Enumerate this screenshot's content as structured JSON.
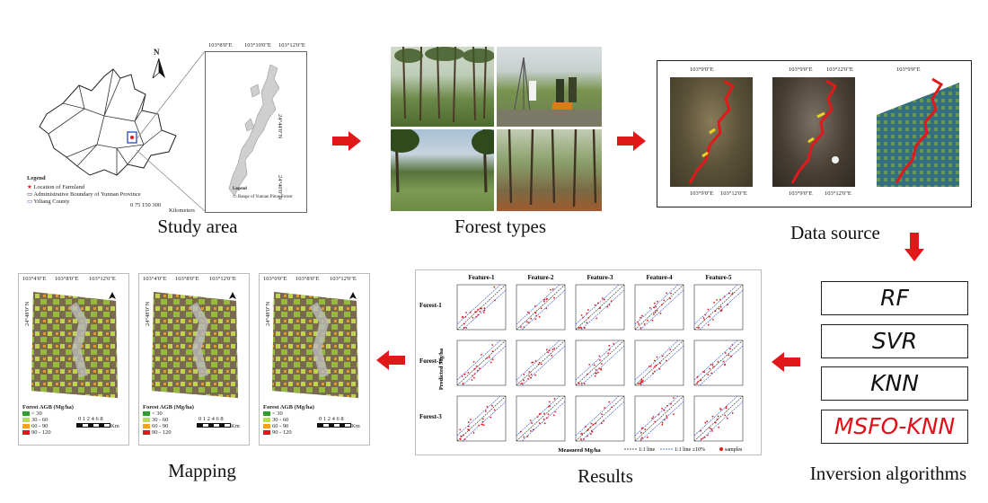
{
  "captions": {
    "study_area": "Study area",
    "forest_types": "Forest types",
    "data_source": "Data source",
    "mapping": "Mapping",
    "results": "Results",
    "inversion": "Inversion algorithms"
  },
  "algorithms": [
    {
      "label": "RF",
      "color": "#111111"
    },
    {
      "label": "SVR",
      "color": "#111111"
    },
    {
      "label": "KNN",
      "color": "#111111"
    },
    {
      "label": "MSFO-KNN",
      "color": "#e0101a"
    }
  ],
  "study_map": {
    "north": "N",
    "coords_top": [
      "103°8'0\"E",
      "103°10'0\"E",
      "103°12'0\"E"
    ],
    "coords_right": [
      "24°44'0\"N",
      "24°40'0\"N"
    ],
    "legend_title": "Legend",
    "legend_items": [
      "Location of Farmland",
      "Administrative Boundary of Yunnan Province",
      "Yiliang County"
    ],
    "inset_legend_title": "Legend",
    "inset_legend_item": "Range of Yunnan Pinus Forest",
    "scale": "0  75  150   300",
    "scale_unit": "Kilometers"
  },
  "data_source": {
    "coords_top": [
      "103°9'0\"E",
      "103°9'0\"E",
      "103°12'0\"E",
      "103°9'0\"E"
    ],
    "coords_bottom": [
      "103°9'0\"E",
      "103°12'0\"E",
      "103°9'0\"E",
      "103°12'0\"E"
    ]
  },
  "results": {
    "columns": [
      "Feature-1",
      "Feature-2",
      "Feature-3",
      "Feature-4",
      "Feature-5"
    ],
    "rows": [
      "Forest-1",
      "Forest-2",
      "Forest-3"
    ],
    "ylabel": "Predicted Mg/ha",
    "xlabel": "Measured Mg/ha",
    "legend": [
      "1:1 line",
      "1:1 line ±10%",
      "samples"
    ]
  },
  "mapping": {
    "coords_top": [
      "103°0'0\"E",
      "103°4'0\"E",
      "103°8'0\"E",
      "103°12'0\"E"
    ],
    "coords_left": [
      "24°48'0\"N",
      "24°44'0\"N"
    ],
    "legend_title": "Forest AGB (Mg/ha)",
    "legend_items": [
      "< 30",
      "30 - 60",
      "60 - 90",
      "90 - 120"
    ],
    "legend_colors": [
      "#2e9e2a",
      "#b6e04a",
      "#f6a21a",
      "#e01a1a"
    ],
    "scale": "0 1 2  4  6  8",
    "scale_unit": "Km"
  },
  "colors": {
    "arrow": "#e0181a",
    "sample": "#e01a1a",
    "line_1to1": "#222222",
    "line_10": "#2a4fd0"
  }
}
